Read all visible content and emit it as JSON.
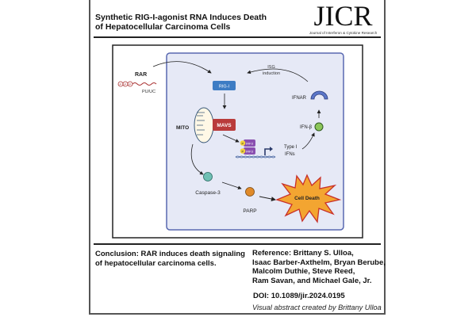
{
  "header": {
    "title_line1": "Synthetic RIG-I-agonist RNA Induces Death",
    "title_line2": "of Hepatocellular Carcinoma Cells",
    "journal_logo": "JICR",
    "journal_name": "Journal of Interferon & Cytokine Research"
  },
  "diagram": {
    "rar": "RAR",
    "ppp": [
      "P",
      "P",
      "P"
    ],
    "pu_uc": "PU/UC",
    "rig_i": "RIG-I",
    "mavs": "MAVS",
    "mito": "MITO",
    "irf3": "IRF3",
    "phospho": "P",
    "type_i_ifns_1": "Type I",
    "type_i_ifns_2": "IFNs",
    "ifn_beta": "IFN-β",
    "ifnar": "IFNAR",
    "isg_1": "ISG",
    "isg_2": "induction",
    "caspase3": "Caspase-3",
    "parp": "PARP",
    "cell_death": "Cell Death",
    "colors": {
      "cell_fill": "#e6e9f6",
      "cell_border": "#5868b0",
      "rig_i": "#3d7cc4",
      "mavs": "#b93b3b",
      "irf3": "#8a4fb0",
      "caspase": "#6fc0b4",
      "parp": "#e08a2a",
      "ifn_beta": "#8cc65a",
      "ifnar": "#5b76c8",
      "burst": "#f3a531"
    }
  },
  "footer": {
    "conclusion_1": "Conclusion: RAR induces death signaling",
    "conclusion_2": "of hepatocellular carcinoma cells.",
    "reference": [
      "Reference: Brittany S. Ulloa,",
      "Isaac Barber-Axthelm, Bryan Berube,",
      "Malcolm Duthie, Steve Reed,",
      "Ram Savan, and Michael Gale, Jr."
    ],
    "doi": "DOI: 10.1089/jir.2024.0195",
    "credit": "Visual abstract created by Brittany Ulloa"
  }
}
